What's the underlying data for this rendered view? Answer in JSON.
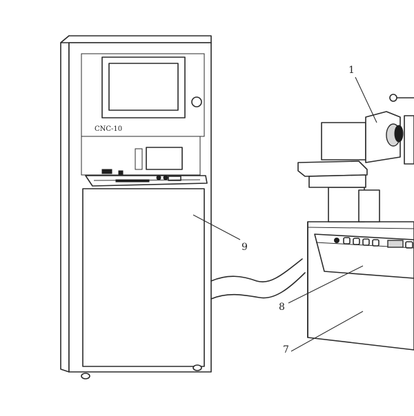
{
  "diagram": {
    "cabinet_label": "CNC-10",
    "callouts": [
      {
        "id": "machine-head",
        "label": "1"
      },
      {
        "id": "control-cabinet",
        "label": "9"
      },
      {
        "id": "control-panel",
        "label": "8"
      },
      {
        "id": "machine-base",
        "label": "7"
      }
    ]
  }
}
